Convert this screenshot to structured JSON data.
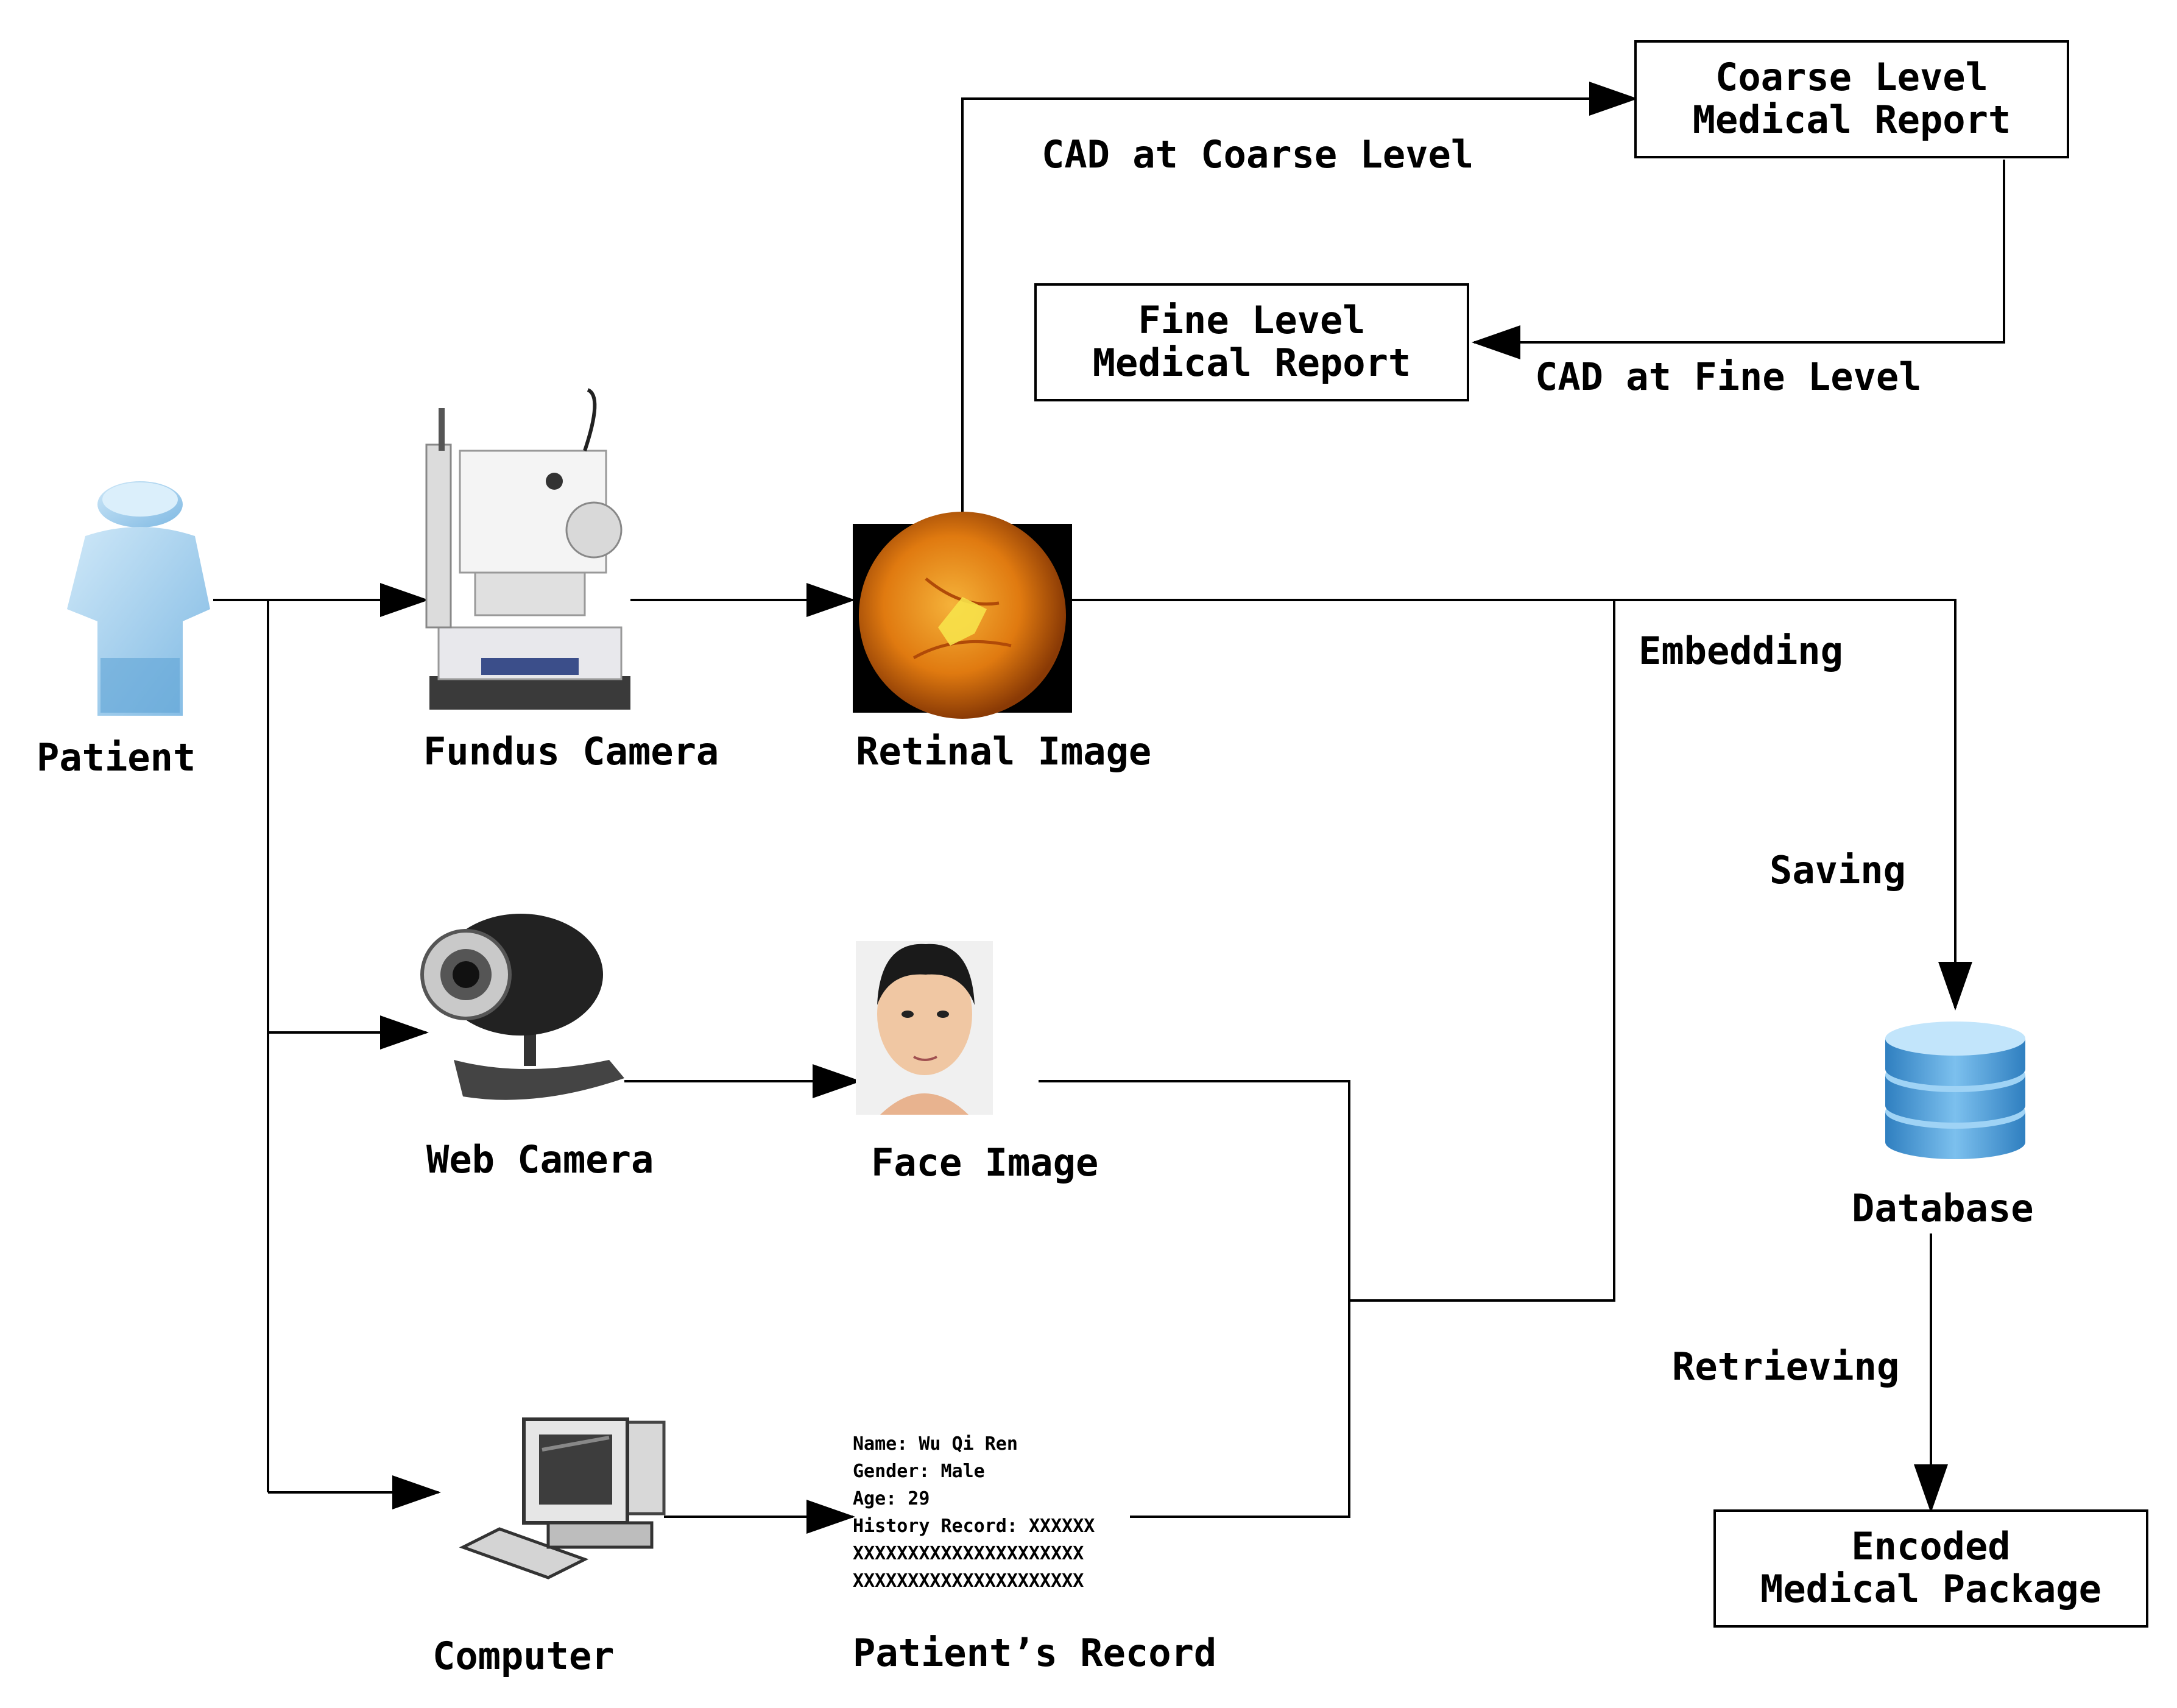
{
  "nodes": {
    "patient": "Patient",
    "fundus_camera": "Fundus Camera",
    "retinal_image": "Retinal Image",
    "web_camera": "Web Camera",
    "face_image": "Face Image",
    "computer": "Computer",
    "patients_record": "Patient’s Record",
    "database": "Database"
  },
  "boxes": {
    "coarse_report": [
      "Coarse Level",
      "Medical Report"
    ],
    "fine_report": [
      "Fine Level",
      "Medical Report"
    ],
    "encoded_package": [
      "Encoded",
      "Medical Package"
    ]
  },
  "edges": {
    "cad_coarse": "CAD at Coarse Level",
    "cad_fine": "CAD at Fine Level",
    "embedding": "Embedding",
    "saving": "Saving",
    "retrieving": "Retrieving"
  },
  "record_text": {
    "line1": "Name: Wu Qi Ren",
    "line2": "Gender: Male",
    "line3": "Age: 29",
    "line4": "History Record: XXXXXX",
    "line5": "XXXXXXXXXXXXXXXXXXXXX",
    "line6": "XXXXXXXXXXXXXXXXXXXXX"
  },
  "colors": {
    "line": "#000000",
    "patient_figure": "#a7d3ee",
    "database": "#4a9ed8",
    "retina": "#e07a10"
  }
}
